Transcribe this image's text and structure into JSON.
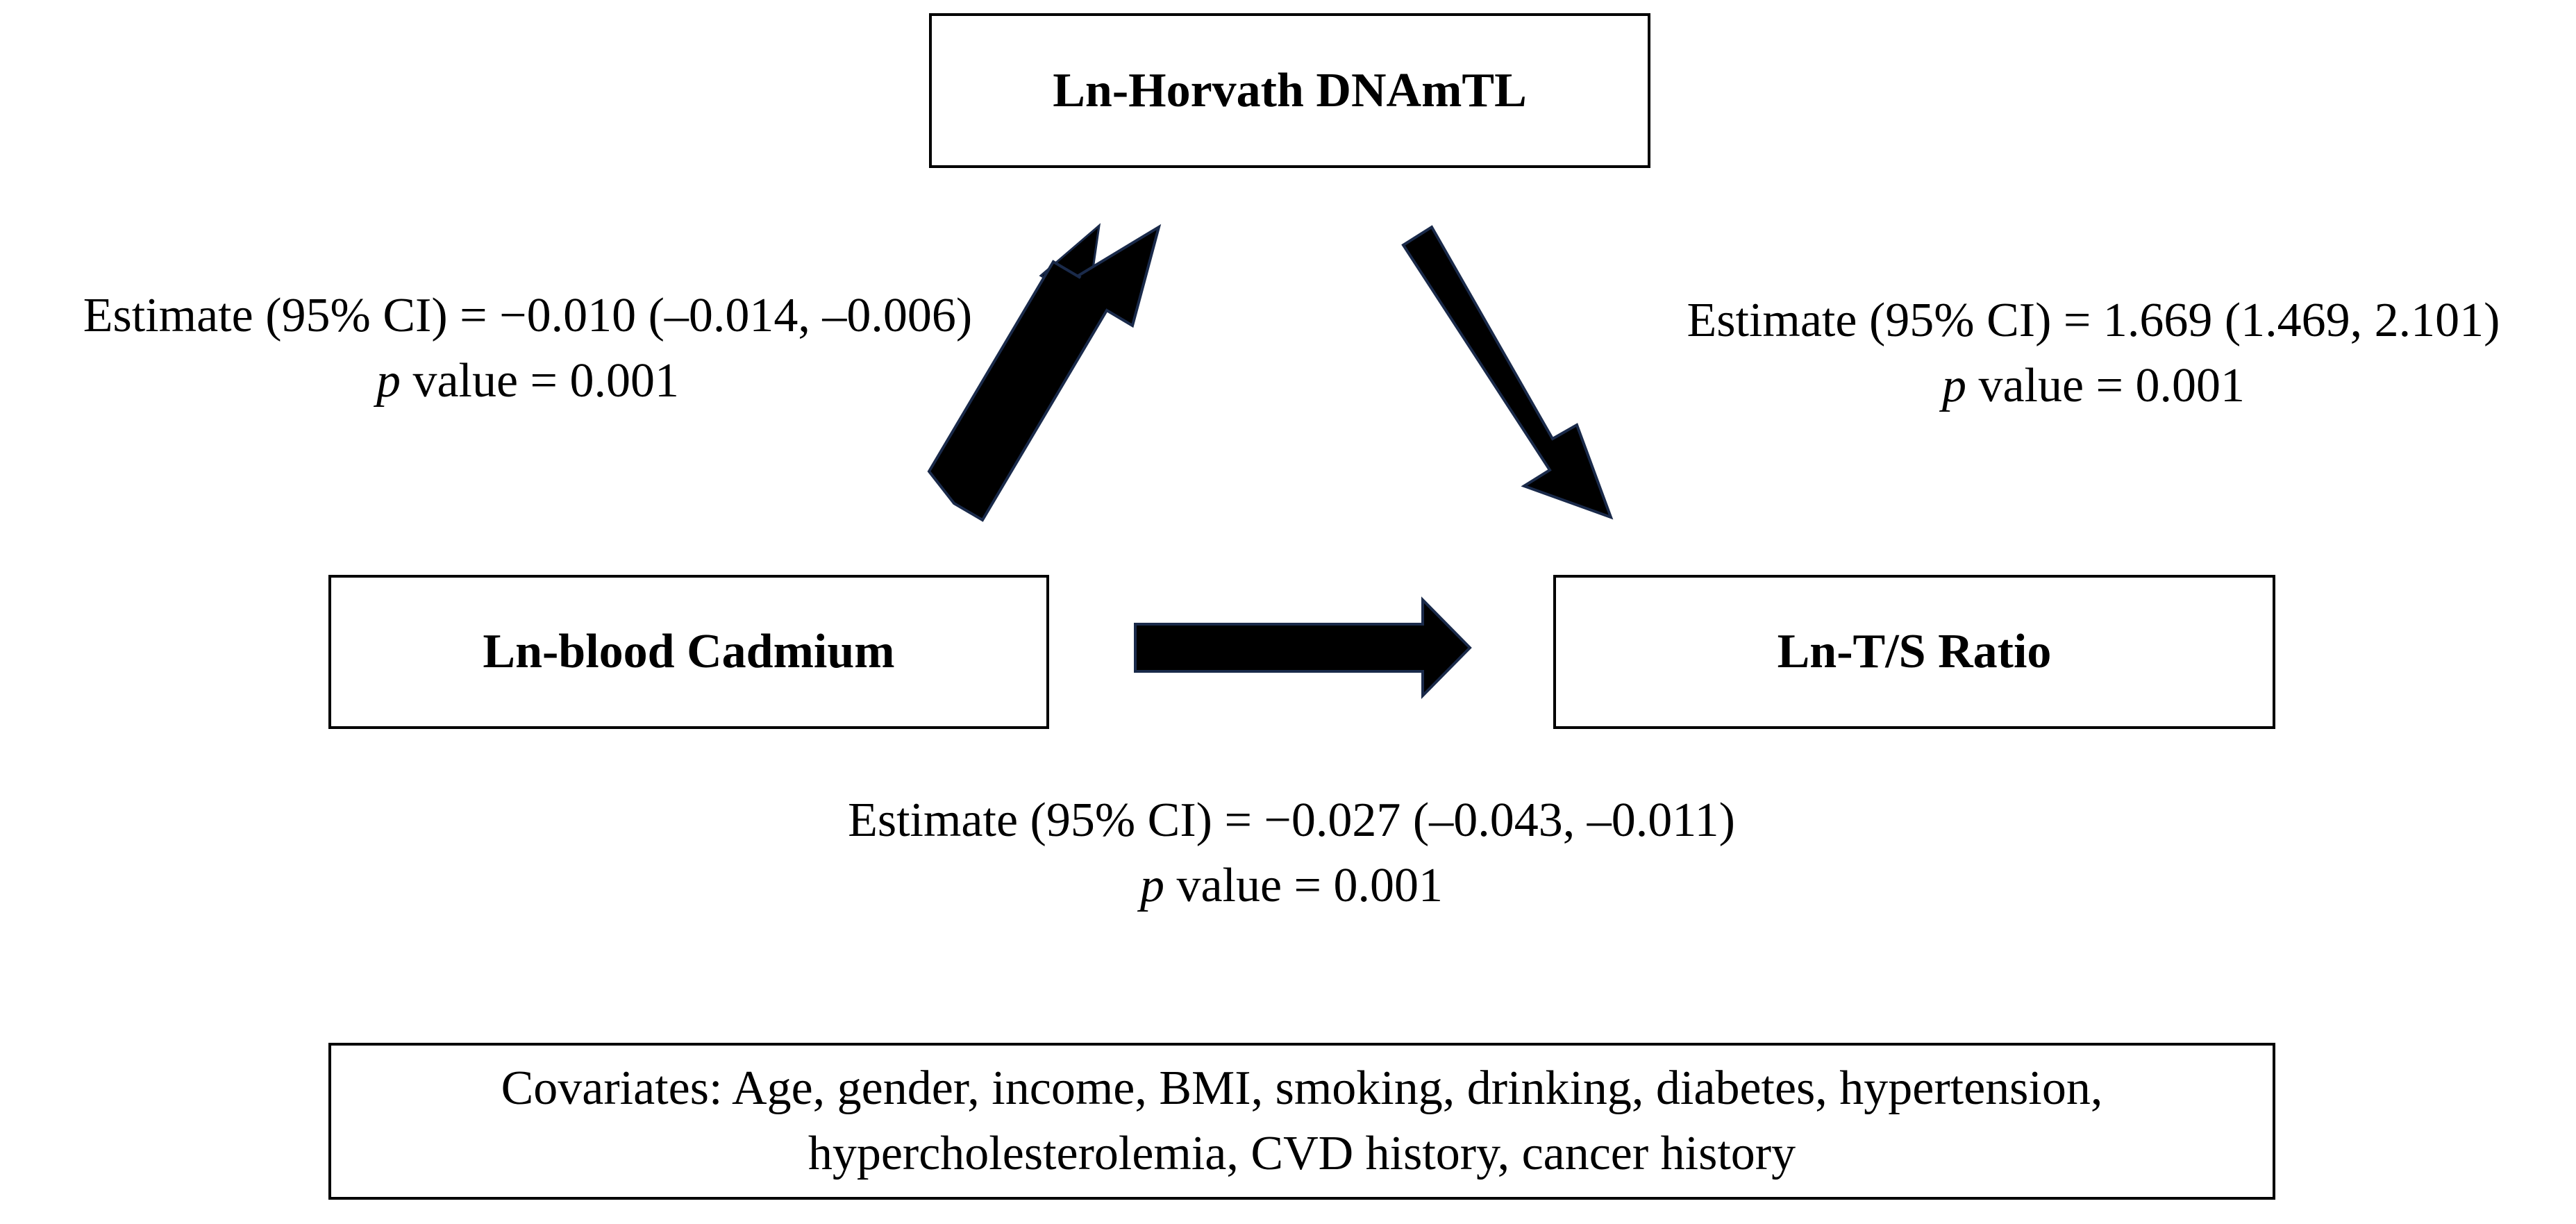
{
  "nodes": {
    "mediator": "Ln-Horvath DNAmTL",
    "exposure": "Ln-blood Cadmium",
    "outcome": "Ln-T/S Ratio"
  },
  "paths": {
    "exposure_to_mediator": {
      "estimate": "Estimate (95% CI) = −0.010 (–0.014, –0.006)",
      "p_letter": "p",
      "p_value": " value = 0.001"
    },
    "mediator_to_outcome": {
      "estimate": "Estimate (95% CI) = 1.669 (1.469, 2.101)",
      "p_letter": "p",
      "p_value": " value = 0.001"
    },
    "exposure_to_outcome": {
      "estimate": "Estimate (95% CI) = −0.027 (–0.043, –0.011)",
      "p_letter": "p",
      "p_value": " value = 0.001"
    }
  },
  "covariates": {
    "line1": "Covariates: Age, gender, income, BMI, smoking, drinking, diabetes, hypertension,",
    "line2": "hypercholesterolemia, CVD history, cancer history"
  },
  "colors": {
    "stroke": "#000000",
    "arrow_fill": "#000000",
    "arrow_edge": "#1a2a4a",
    "background": "#ffffff"
  }
}
